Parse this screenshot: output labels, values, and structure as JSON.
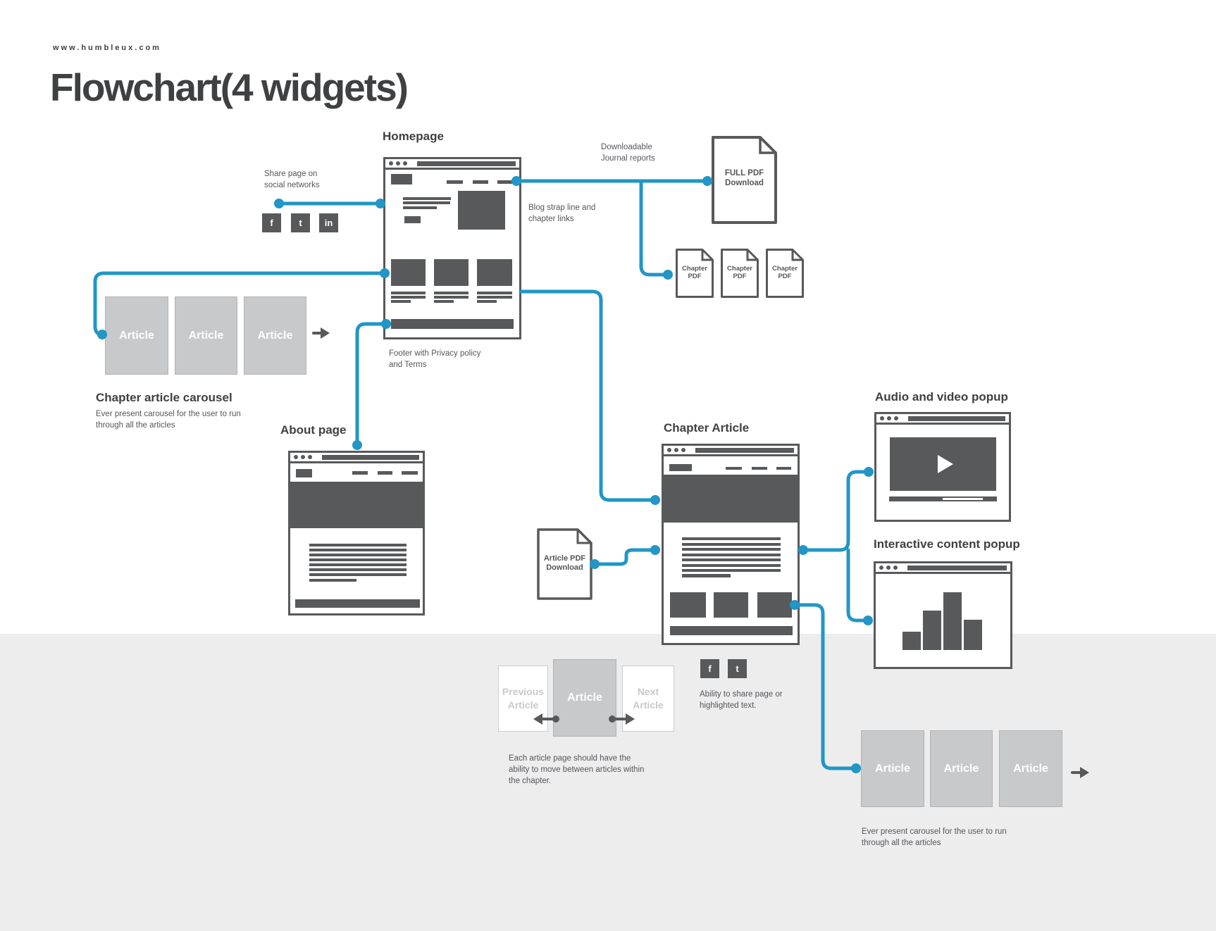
{
  "header": {
    "site_url": "www.humbleux.com",
    "title": "Flowchart(4 widgets)"
  },
  "homepage": {
    "label": "Homepage"
  },
  "about": {
    "label": "About page"
  },
  "chapter_article": {
    "label": "Chapter Article"
  },
  "audio_popup": {
    "label": "Audio and video popup"
  },
  "interactive_popup": {
    "label": "Interactive content popup",
    "bars": [
      26,
      56,
      82,
      43
    ]
  },
  "chapter_carousel": {
    "heading": "Chapter article carousel",
    "caption": "Ever present carousel for the user to run\nthrough all the articles",
    "items": [
      "Article",
      "Article",
      "Article"
    ]
  },
  "bottom_carousel": {
    "items": [
      "Article",
      "Article",
      "Article"
    ],
    "caption": "Ever present carousel for the user to run\nthrough all the articles"
  },
  "article_nav": {
    "previous": "Previous\nArticle",
    "current": "Article",
    "next": "Next\nArticle",
    "caption": "Each article page should have the\nability to move between articles within\nthe chapter."
  },
  "documents": {
    "full_pdf": "FULL PDF\nDownload",
    "chapter_pdfs": [
      "Chapter\nPDF",
      "Chapter\nPDF",
      "Chapter\nPDF"
    ],
    "article_pdf": "Article PDF\nDownload"
  },
  "annotations": {
    "share_top": "Share page on\nsocial networks",
    "downloadable": "Downloadable\nJournal reports",
    "blog_strap": "Blog strap line and\nchapter links",
    "footer_note": "Footer with Privacy policy\nand Terms",
    "share_bottom": "Ability to share page or\nhighlighted text."
  },
  "social": {
    "facebook": "f",
    "twitter": "t",
    "linkedin": "in"
  },
  "colors": {
    "accent": "#2196c7",
    "wireframe": "#58595b",
    "placeholder": "#c8c9cb",
    "background_band": "#ededee"
  }
}
